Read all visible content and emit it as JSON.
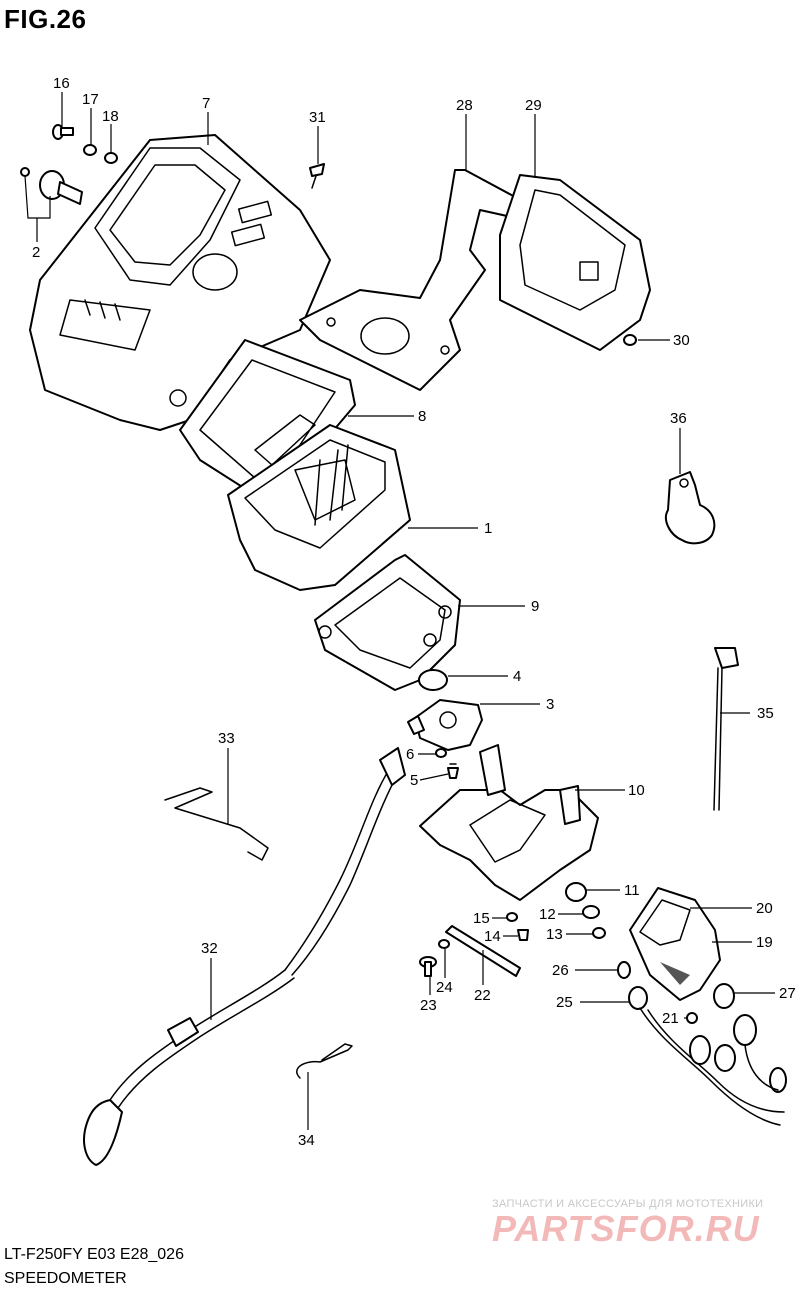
{
  "figure": {
    "title": "FIG.26",
    "model_code": "LT-F250FY E03 E28_026",
    "name": "SPEEDOMETER"
  },
  "watermark": {
    "top_text": "ЗАПЧАСТИ И АКСЕССУАРЫ ДЛЯ МОТОТЕХНИКИ",
    "brand": "PARTSFOR.RU"
  },
  "callouts": {
    "c1": "1",
    "c2": "2",
    "c3": "3",
    "c4": "4",
    "c5": "5",
    "c6": "6",
    "c7": "7",
    "c8": "8",
    "c9": "9",
    "c10": "10",
    "c11": "11",
    "c12": "12",
    "c13": "13",
    "c14": "14",
    "c15": "15",
    "c16": "16",
    "c17": "17",
    "c18": "18",
    "c19": "19",
    "c20": "20",
    "c21": "21",
    "c22": "22",
    "c23": "23",
    "c24": "24",
    "c25": "25",
    "c26": "26",
    "c27": "27",
    "c28": "28",
    "c29": "29",
    "c30": "30",
    "c31": "31",
    "c32": "32",
    "c33": "33",
    "c34": "34",
    "c35": "35",
    "c36": "36"
  },
  "colors": {
    "line": "#000000",
    "background": "#ffffff",
    "watermark_brand": "#f3b9b9"
  }
}
